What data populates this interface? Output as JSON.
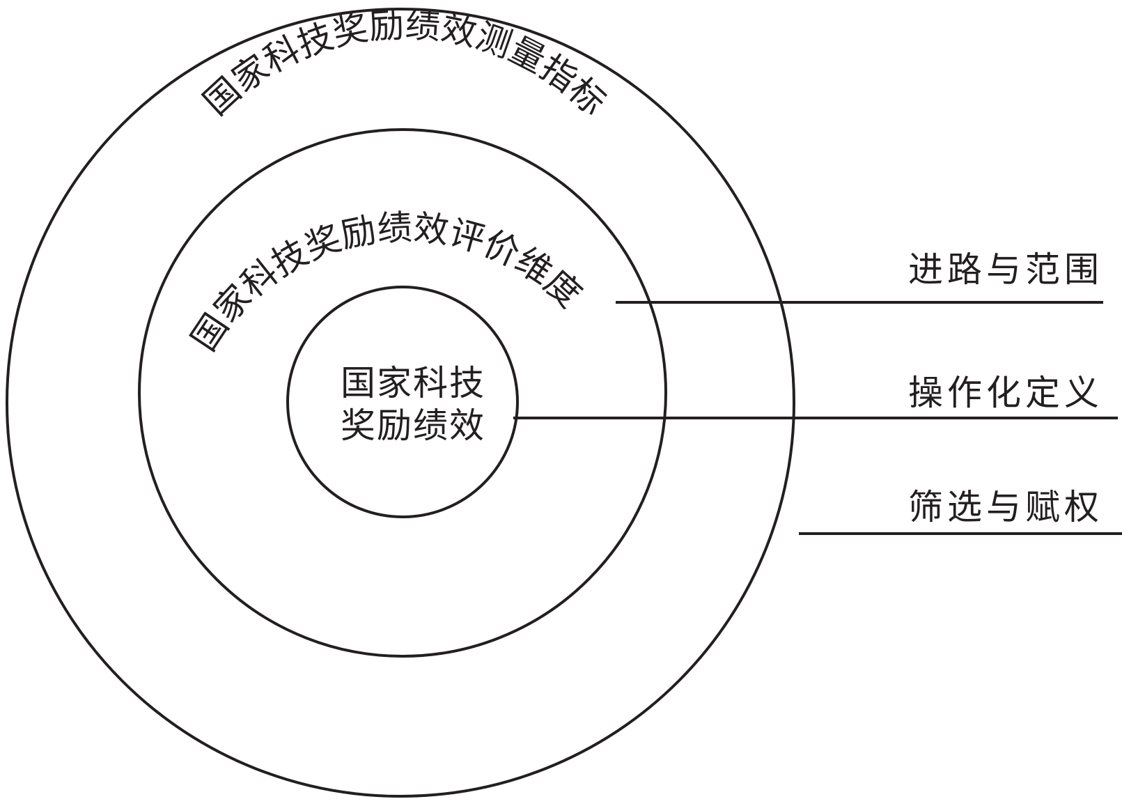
{
  "diagram": {
    "outer_ring_label": "国家科技奖励绩效测量指标",
    "middle_ring_label": "国家科技奖励绩效评价维度",
    "core_label_line1": "国家科技",
    "core_label_line2": "奖励绩效",
    "side_labels": {
      "top": "进路与范围",
      "middle": "操作化定义",
      "bottom": "筛选与赋权"
    },
    "colors": {
      "stroke": "#231f20",
      "background": "#ffffff"
    }
  }
}
